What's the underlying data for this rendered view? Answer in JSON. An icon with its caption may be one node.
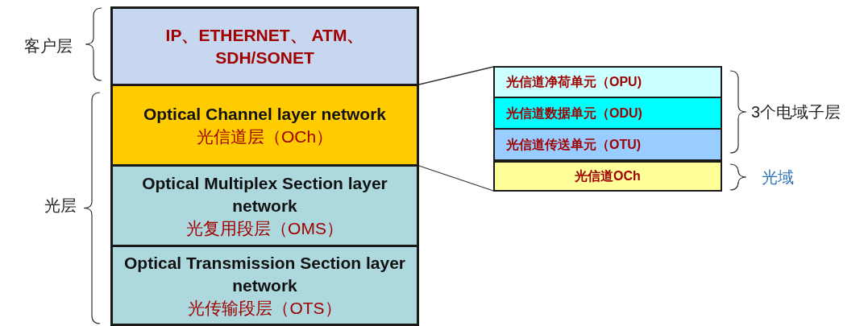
{
  "diagram": {
    "nodes": [
      {
        "text": [
          "IP、ETHERNET、 ATM、SDH/SONET"
        ]
      },
      {
        "text": [
          "Optical Channel layer network",
          "光信道层（OCh）"
        ]
      },
      {
        "text": [
          "Optical Multiplex Section layer network",
          "光复用段层（OMS）"
        ]
      },
      {
        "text": [
          "Optical Transmission Section layer network",
          "光传输段层（OTS）"
        ]
      },
      {
        "text": [
          "光信道净荷单元（OPU)"
        ]
      },
      {
        "text": [
          "光信道数据单元（ODU)"
        ]
      },
      {
        "text": [
          "光信道传送单元（OTU)"
        ]
      },
      {
        "text": [
          "光信道OCh"
        ]
      }
    ],
    "edges": [
      {
        "from": 1,
        "to": 4,
        "arrow": "none"
      },
      {
        "from": 1,
        "to": 7,
        "arrow": "none"
      }
    ],
    "labels": [
      "客户层",
      "光层",
      "3个电域子层",
      "光域"
    ]
  }
}
